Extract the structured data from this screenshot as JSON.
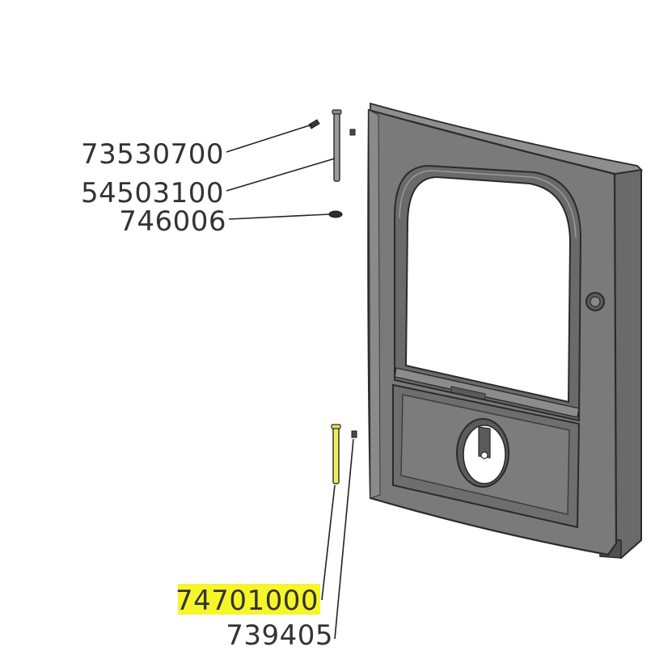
{
  "labels": {
    "part_1": "73530700",
    "part_2": "54503100",
    "part_3": "746006",
    "part_4": "74701000",
    "part_5": "739405"
  },
  "colors": {
    "highlight": "#f5f52a",
    "door_fill": "#7a7a7a",
    "door_dark": "#5a5a5a",
    "door_light": "#9a9a9a",
    "text": "#333333"
  }
}
